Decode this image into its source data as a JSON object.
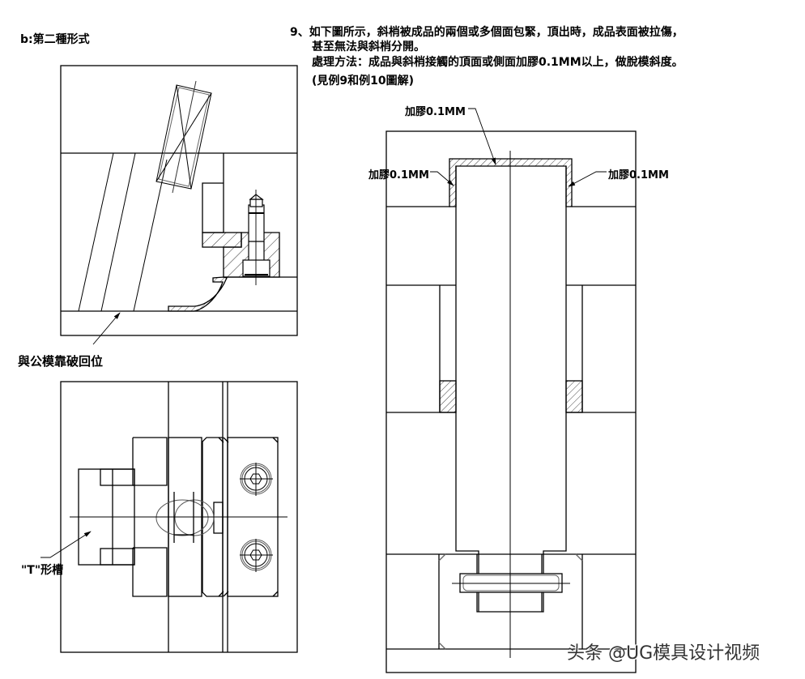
{
  "left_section": {
    "heading": "b:第二種形式",
    "upper_figure_label": "與公模靠破回位",
    "lower_figure_label": "\"T\"形槽"
  },
  "right_section": {
    "note_lines": [
      "9、如下圖所示，斜梢被成品的兩個或多個面包緊，頂出時，成品表面被拉傷，",
      "甚至無法與斜梢分開。",
      "處理方法：成品與斜梢接觸的頂面或側面加膠0.1MM以上，做脫模斜度。",
      "(見例9和例10圖解)"
    ],
    "callouts": {
      "top": "加膠0.1MM",
      "left": "加膠0.1MM",
      "right": "加膠0.1MM"
    }
  },
  "watermark": "头条 @UG模具设计视频"
}
